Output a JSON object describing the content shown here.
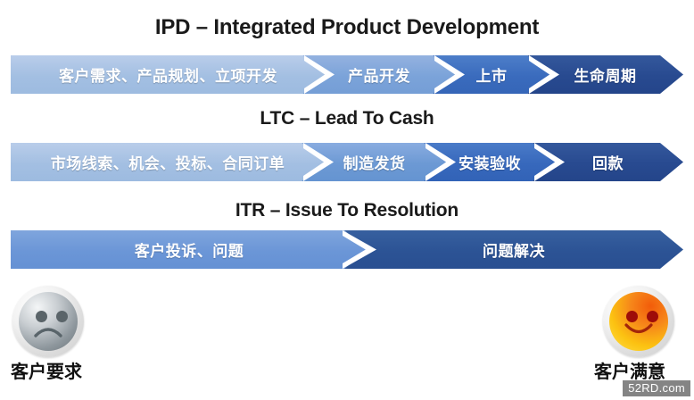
{
  "page": {
    "background_color": "#ffffff",
    "watermark": "52RD.com"
  },
  "sections": [
    {
      "id": "ipd",
      "title": "IPD – Integrated Product Development",
      "stages": [
        {
          "label": "客户需求、产品规划、立项开发",
          "color": "#a8c2e4"
        },
        {
          "label": "产品开发",
          "color": "#7fa6da"
        },
        {
          "label": "上市",
          "color": "#3b6dc0"
        },
        {
          "label": "生命周期",
          "color": "#2a4f96"
        }
      ]
    },
    {
      "id": "ltc",
      "title": "LTC – Lead To Cash",
      "stages": [
        {
          "label": "市场线索、机会、投标、合同订单",
          "color": "#a8c2e4"
        },
        {
          "label": "制造发货",
          "color": "#6f9bd6"
        },
        {
          "label": "安装验收",
          "color": "#3a6cbf"
        },
        {
          "label": "回款",
          "color": "#2a4f96"
        }
      ]
    },
    {
      "id": "itr",
      "title": "ITR – Issue To Resolution",
      "stages": [
        {
          "label": "客户投诉、问题",
          "color": "#6b97d8"
        },
        {
          "label": "问题解决",
          "color": "#2d5598"
        }
      ]
    }
  ],
  "faces": {
    "left": {
      "icon": "sad-face-icon",
      "label": "客户要求",
      "color": "#8d969c"
    },
    "right": {
      "icon": "happy-face-icon",
      "label": "客户满意",
      "color": "#f6861a"
    }
  }
}
